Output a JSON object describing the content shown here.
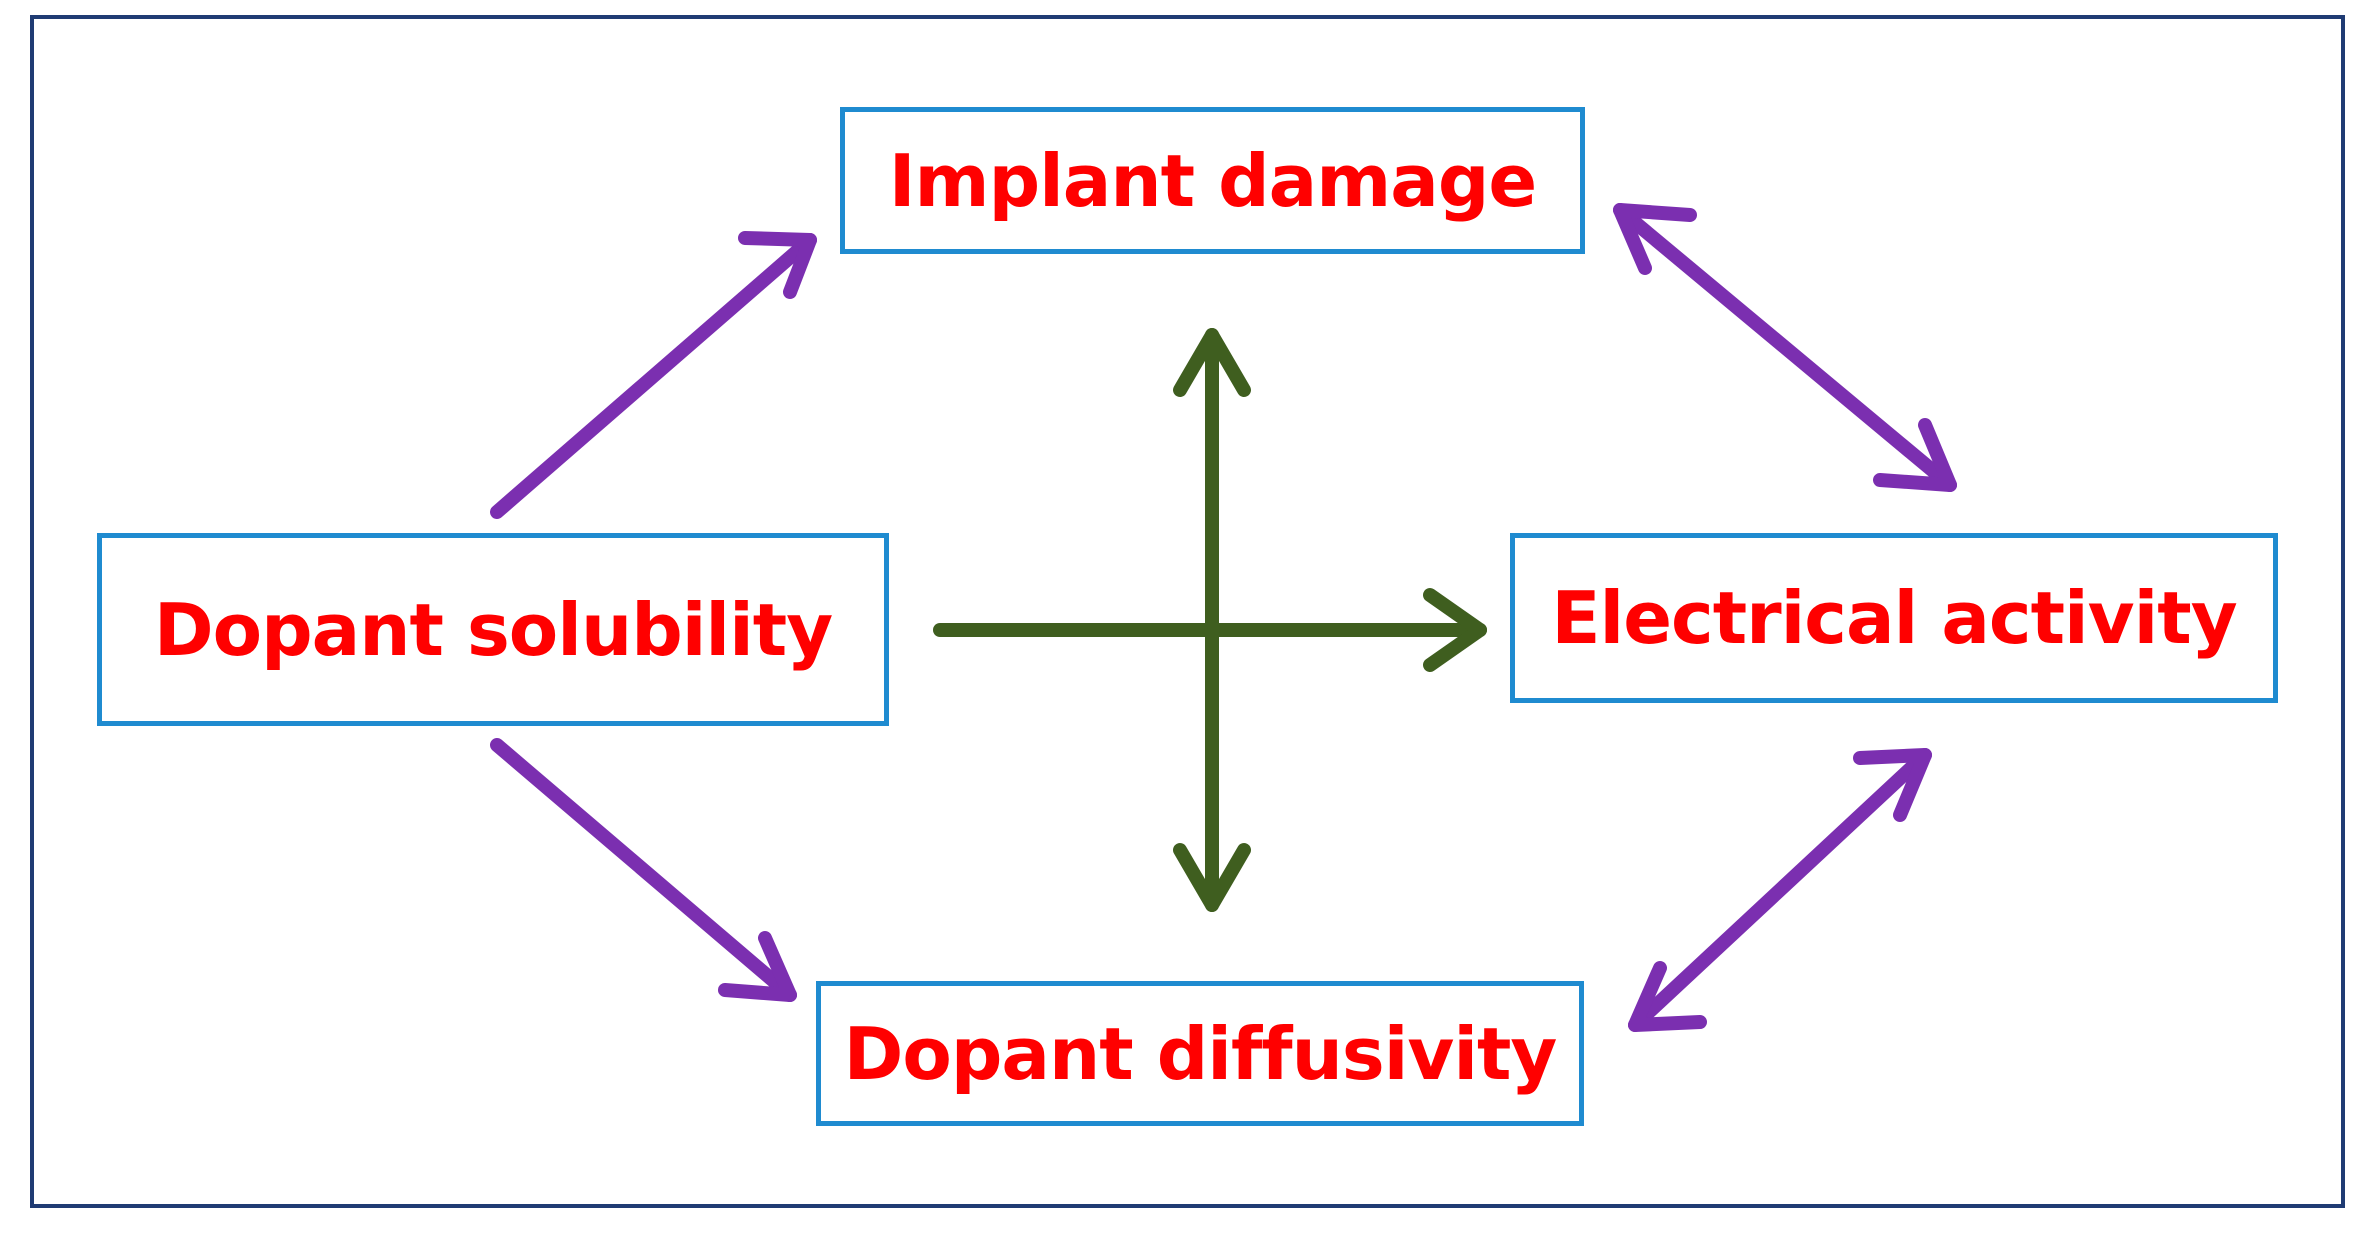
{
  "nodes": {
    "implant_damage": "Implant damage",
    "dopant_solubility": "Dopant solubility",
    "electrical_activity": "Electrical activity",
    "dopant_diffusivity": "Dopant diffusivity"
  },
  "colors": {
    "node_border": "#1f8bd0",
    "node_text": "#ff0000",
    "frame_border": "#1f3b73",
    "purple_arrow": "#7b2fb0",
    "green_arrow": "#3f5e1f"
  },
  "edges": [
    {
      "from": "dopant_solubility",
      "to": "implant_damage",
      "style": "purple",
      "direction": "forward"
    },
    {
      "from": "dopant_solubility",
      "to": "dopant_diffusivity",
      "style": "purple",
      "direction": "forward"
    },
    {
      "from": "implant_damage",
      "to": "electrical_activity",
      "style": "purple",
      "direction": "both"
    },
    {
      "from": "dopant_diffusivity",
      "to": "electrical_activity",
      "style": "purple",
      "direction": "both"
    },
    {
      "from": "dopant_solubility",
      "to": "electrical_activity",
      "style": "green",
      "direction": "forward"
    },
    {
      "from": "implant_damage",
      "to": "dopant_diffusivity",
      "style": "green",
      "direction": "both"
    }
  ]
}
